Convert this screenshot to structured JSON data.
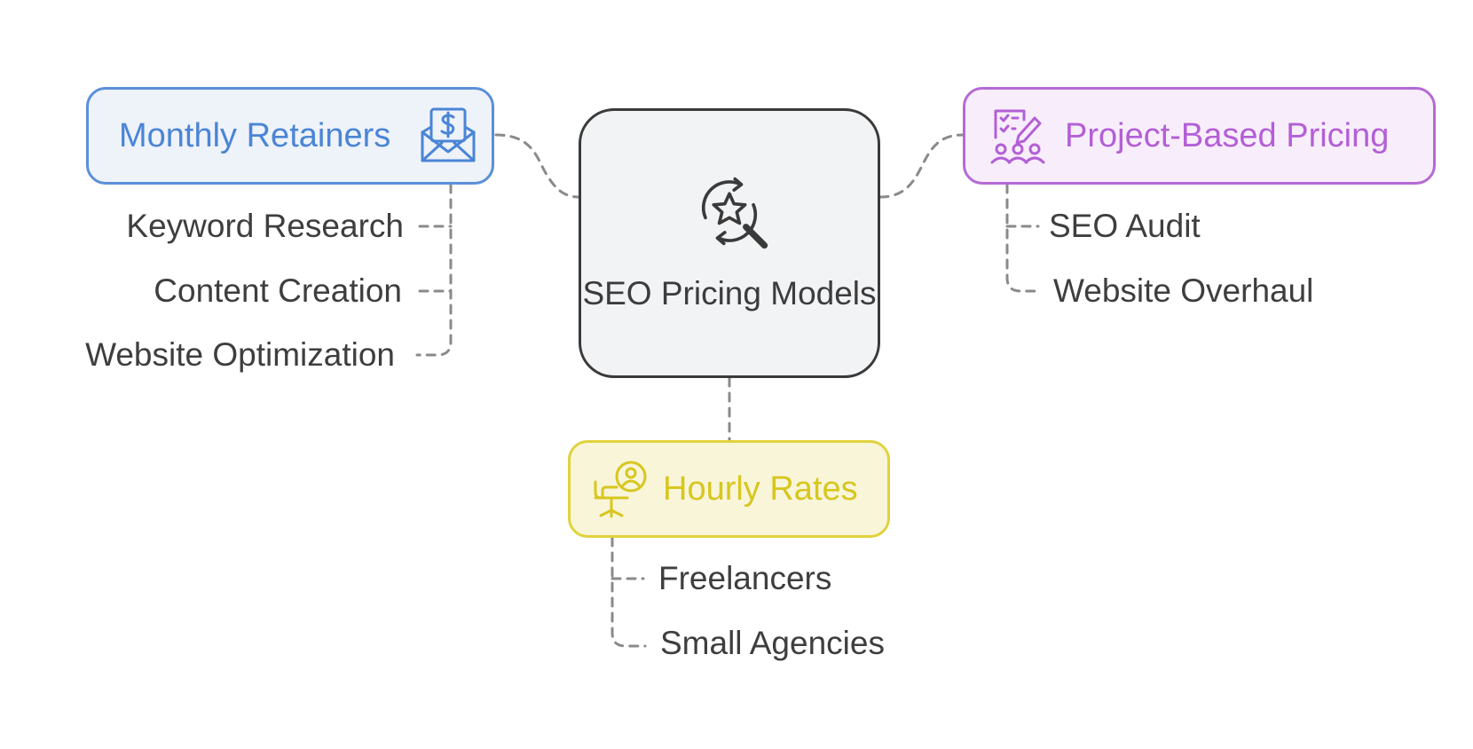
{
  "center": {
    "title": "SEO Pricing Models",
    "icon": "search-star-refresh-icon"
  },
  "branches": {
    "monthly": {
      "title": "Monthly Retainers",
      "icon": "envelope-dollar-icon",
      "color": "#4a85d6",
      "items": [
        "Keyword Research",
        "Content Creation",
        "Website Optimization"
      ]
    },
    "project": {
      "title": "Project-Based Pricing",
      "icon": "checklist-team-icon",
      "color": "#b35fd6",
      "items": [
        "SEO Audit",
        "Website Overhaul"
      ]
    },
    "hourly": {
      "title": "Hourly Rates",
      "icon": "person-desk-icon",
      "color": "#d8c61e",
      "items": [
        "Freelancers",
        "Small Agencies"
      ]
    }
  }
}
